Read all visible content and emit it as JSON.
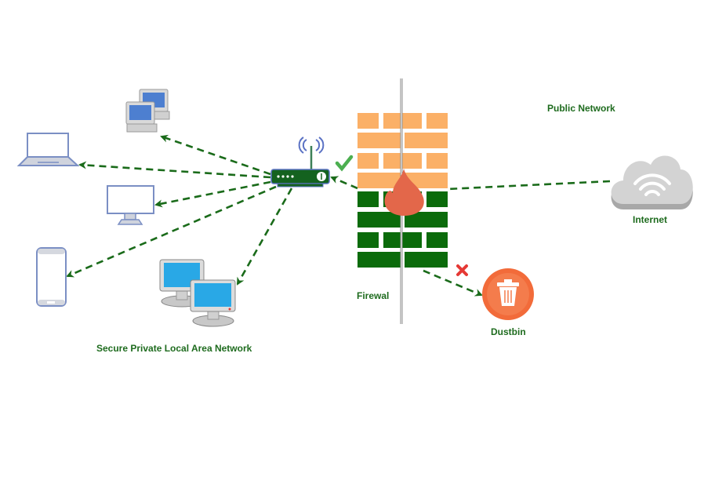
{
  "labels": {
    "public_network": "Public Network",
    "internet": "Internet",
    "firewall": "Firewal",
    "dustbin": "Dustbin",
    "lan": "Secure Private Local Area Network"
  },
  "colors": {
    "link_green": "#1a6b1a",
    "label_green": "#1e6b1e",
    "brick_orange": "#fbb067",
    "brick_green": "#0b6b0b",
    "flame": "#e3674a",
    "dustbin": "#f26b3a",
    "check": "#4caf50",
    "cross": "#e53935",
    "device_outline": "#7b8fc4",
    "cloud": "#c9c9c9"
  },
  "nodes": [
    {
      "id": "desktop-pair-small",
      "icon": "desktop-pair-icon"
    },
    {
      "id": "laptop",
      "icon": "laptop-icon"
    },
    {
      "id": "monitor",
      "icon": "monitor-icon"
    },
    {
      "id": "smartphone",
      "icon": "smartphone-icon"
    },
    {
      "id": "desktop-pair-large",
      "icon": "desktop-pair-icon"
    },
    {
      "id": "router",
      "icon": "wifi-router-icon"
    },
    {
      "id": "firewall",
      "icon": "brick-wall-icon"
    },
    {
      "id": "internet",
      "icon": "cloud-wifi-icon"
    },
    {
      "id": "dustbin",
      "icon": "trash-icon"
    }
  ],
  "status_marks": [
    {
      "id": "allowed",
      "icon": "checkmark-icon"
    },
    {
      "id": "blocked",
      "icon": "cross-icon"
    }
  ]
}
